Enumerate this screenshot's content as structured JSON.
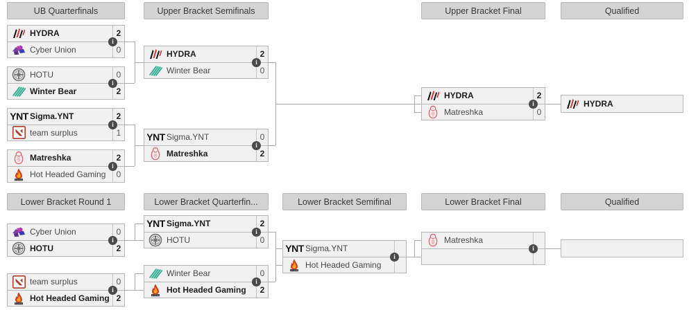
{
  "upper_bracket": {
    "headers": [
      {
        "label": "UB Quarterfinals"
      },
      {
        "label": "Upper Bracket Semifinals"
      },
      {
        "label": "Upper Bracket Final"
      },
      {
        "label": "Qualified"
      }
    ],
    "ubqf": [
      {
        "top": {
          "team": "HYDRA",
          "score": "2",
          "winner": true,
          "logo": "hydra"
        },
        "bottom": {
          "team": "Cyber Union",
          "score": "0",
          "winner": false,
          "logo": "cyber-union"
        },
        "info": "i"
      },
      {
        "top": {
          "team": "HOTU",
          "score": "0",
          "winner": false,
          "logo": "hotu"
        },
        "bottom": {
          "team": "Winter Bear",
          "score": "2",
          "winner": true,
          "logo": "winter-bear"
        },
        "info": "i"
      },
      {
        "top": {
          "team": "Sigma.YNT",
          "score": "2",
          "winner": true,
          "logo": "ynt"
        },
        "bottom": {
          "team": "team surplus",
          "score": "1",
          "winner": false,
          "logo": "team-surplus"
        },
        "info": "i"
      },
      {
        "top": {
          "team": "Matreshka",
          "score": "2",
          "winner": true,
          "logo": "matreshka"
        },
        "bottom": {
          "team": "Hot Headed Gaming",
          "score": "0",
          "winner": false,
          "logo": "hot-headed"
        },
        "info": "i"
      }
    ],
    "ubsf": [
      {
        "top": {
          "team": "HYDRA",
          "score": "2",
          "winner": true,
          "logo": "hydra"
        },
        "bottom": {
          "team": "Winter Bear",
          "score": "0",
          "winner": false,
          "logo": "winter-bear"
        },
        "info": "i"
      },
      {
        "top": {
          "team": "Sigma.YNT",
          "score": "0",
          "winner": false,
          "logo": "ynt"
        },
        "bottom": {
          "team": "Matreshka",
          "score": "2",
          "winner": true,
          "logo": "matreshka"
        },
        "info": "i"
      }
    ],
    "ubf": [
      {
        "top": {
          "team": "HYDRA",
          "score": "2",
          "winner": true,
          "logo": "hydra"
        },
        "bottom": {
          "team": "Matreshka",
          "score": "0",
          "winner": false,
          "logo": "matreshka"
        },
        "info": "i"
      }
    ],
    "qualified": [
      {
        "team": "HYDRA",
        "logo": "hydra",
        "winner": true
      }
    ]
  },
  "lower_bracket": {
    "headers": [
      {
        "label": "Lower Bracket Round 1"
      },
      {
        "label": "Lower Bracket Quarterfin..."
      },
      {
        "label": "Lower Bracket Semifinal"
      },
      {
        "label": "Lower Bracket Final"
      },
      {
        "label": "Qualified"
      }
    ],
    "lbr1": [
      {
        "top": {
          "team": "Cyber Union",
          "score": "0",
          "winner": false,
          "logo": "cyber-union"
        },
        "bottom": {
          "team": "HOTU",
          "score": "2",
          "winner": true,
          "logo": "hotu"
        },
        "info": "i"
      },
      {
        "top": {
          "team": "team surplus",
          "score": "0",
          "winner": false,
          "logo": "team-surplus"
        },
        "bottom": {
          "team": "Hot Headed Gaming",
          "score": "2",
          "winner": true,
          "logo": "hot-headed"
        },
        "info": "i"
      }
    ],
    "lbqf": [
      {
        "top": {
          "team": "Sigma.YNT",
          "score": "2",
          "winner": true,
          "logo": "ynt"
        },
        "bottom": {
          "team": "HOTU",
          "score": "0",
          "winner": false,
          "logo": "hotu"
        },
        "info": "i"
      },
      {
        "top": {
          "team": "Winter Bear",
          "score": "0",
          "winner": false,
          "logo": "winter-bear"
        },
        "bottom": {
          "team": "Hot Headed Gaming",
          "score": "2",
          "winner": true,
          "logo": "hot-headed"
        },
        "info": "i"
      }
    ],
    "lbsf": [
      {
        "top": {
          "team": "Sigma.YNT",
          "score": "",
          "winner": false,
          "logo": "ynt"
        },
        "bottom": {
          "team": "Hot Headed Gaming",
          "score": "",
          "winner": false,
          "logo": "hot-headed"
        },
        "info": "i"
      }
    ],
    "lbf": [
      {
        "top": {
          "team": "Matreshka",
          "score": "",
          "winner": false,
          "logo": "matreshka"
        },
        "bottom": {
          "team": "",
          "score": "",
          "winner": false,
          "logo": ""
        },
        "info": "i"
      }
    ],
    "qualified": [
      {
        "team": "",
        "logo": "",
        "winner": false
      }
    ]
  },
  "colors": {
    "header_bg": "#d4d4d4",
    "match_bg": "#f1f1f1",
    "border": "#b6b6b6",
    "connector": "#a9a9a9",
    "info_badge": "#4a4a4a",
    "text": "#4a4a4a",
    "text_winner": "#1c1c1c"
  }
}
